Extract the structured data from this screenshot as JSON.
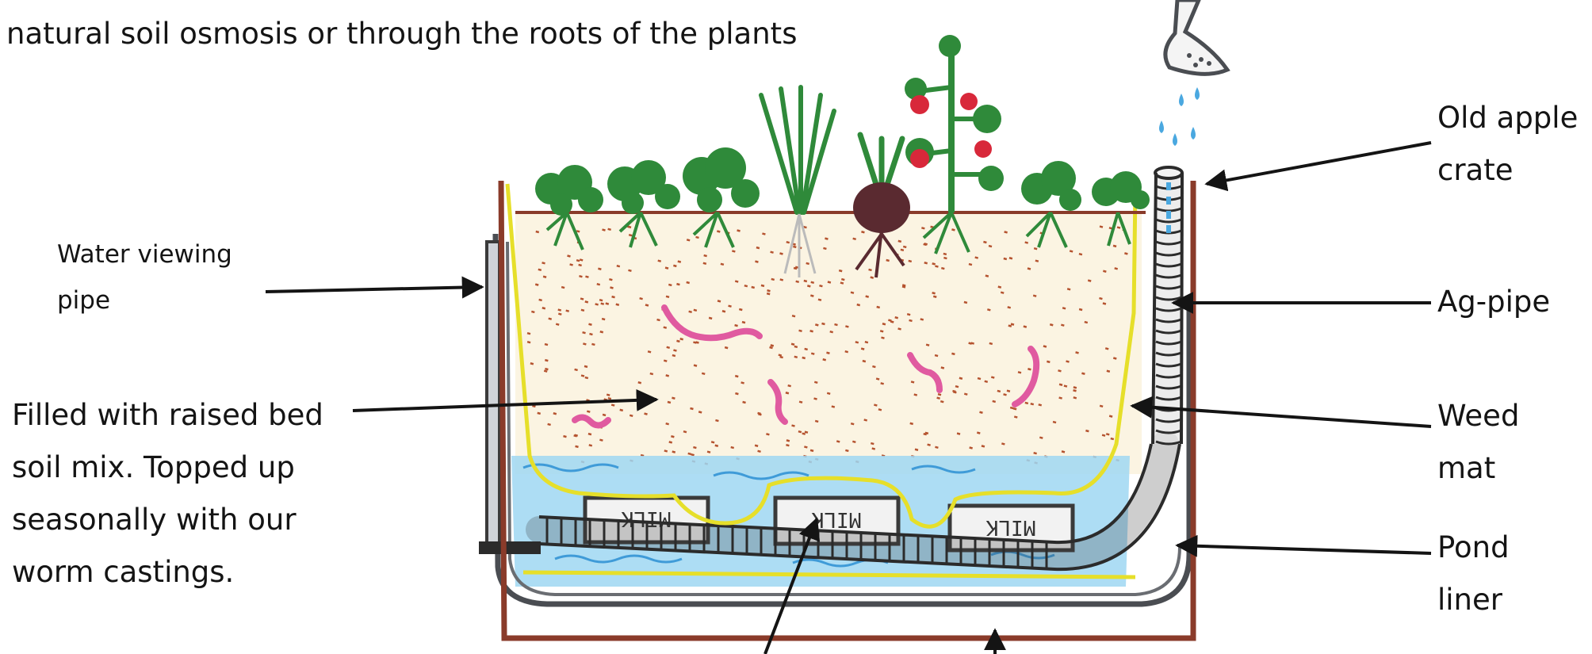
{
  "caption_top": "natural soil osmosis or through the roots of the plants",
  "labels": {
    "water_viewing_pipe": [
      "Water viewing",
      "pipe"
    ],
    "soil_mix": [
      "Filled with raised bed",
      "soil mix. Topped up",
      "seasonally with our",
      "worm castings."
    ],
    "old_apple_crate": [
      "Old apple",
      "crate"
    ],
    "ag_pipe": [
      "Ag-pipe"
    ],
    "weed_mat": [
      "Weed",
      "mat"
    ],
    "pond_liner": [
      "Pond",
      "liner"
    ]
  },
  "milk_crate_text": "MILK",
  "colors": {
    "crate_wood": "#8a3b2a",
    "soil_dots": "#b5532f",
    "weed_mat": "#e6df2a",
    "water": "#4aa8e0",
    "pond_liner": "#4a4d52",
    "plant_green": "#2f8a3a",
    "tomato_red": "#d8283a",
    "beetroot": "#5a2a30",
    "worm_pink": "#e05aa0",
    "ink": "#141414"
  }
}
